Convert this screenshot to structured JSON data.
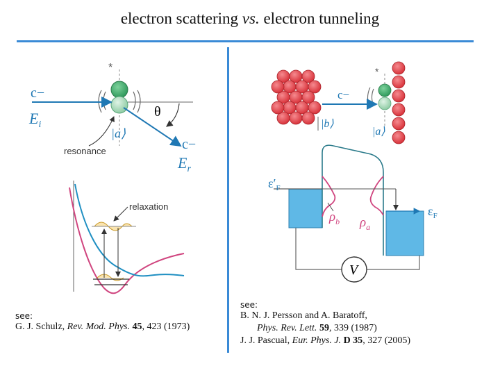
{
  "title": {
    "pre": "electron scattering ",
    "vs": "vs.",
    "post": " electron tunneling"
  },
  "left": {
    "star": "*",
    "electron": "c−",
    "E_i": "E",
    "E_i_sub": "i",
    "theta": "θ",
    "ket_a": "|a⟩",
    "resonance": "resonance",
    "scattered_electron": "c−",
    "E_r": "E",
    "E_r_sub": "r",
    "relaxation": "relaxation"
  },
  "right": {
    "star": "*",
    "electron": "c−",
    "ket_b": "|b⟩",
    "ket_a": "|a⟩",
    "eps_F_prime": "ε′",
    "eps_F_prime_sub": "F",
    "eps_F": "ε",
    "eps_F_sub": "F",
    "rho_b": "ρ",
    "rho_b_sub": "b",
    "rho_a": "ρ",
    "rho_a_sub": "a",
    "voltage": "V"
  },
  "references": {
    "left_label": "see:",
    "left": {
      "authors": "G. J. Schulz, ",
      "journal": "Rev. Mod. Phys.",
      "volume": "45",
      "rest": ", 423 (1973)"
    },
    "right_label": "see:",
    "right": [
      {
        "authors": "B. N. J. Persson and A. Baratoff,",
        "journal": "",
        "volume": "",
        "rest": ""
      },
      {
        "authors": "",
        "journal": "Phys. Rev. Lett.",
        "volume": "59",
        "rest": ", 339 (1987)"
      },
      {
        "authors": "J. J. Pascual, ",
        "journal": "Eur. Phys. J.",
        "volume": "D 35",
        "rest": ", 327 (2005)"
      }
    ]
  },
  "colors": {
    "accent_blue": "#3a8ad6",
    "atom_red": "#e8424a",
    "atom_green": "#3fae6e",
    "atom_light_green": "#a9dcb9",
    "curve_magenta": "#d0457f",
    "curve_blue": "#1f8fc2",
    "metal_blue": "#5fb8e6"
  }
}
